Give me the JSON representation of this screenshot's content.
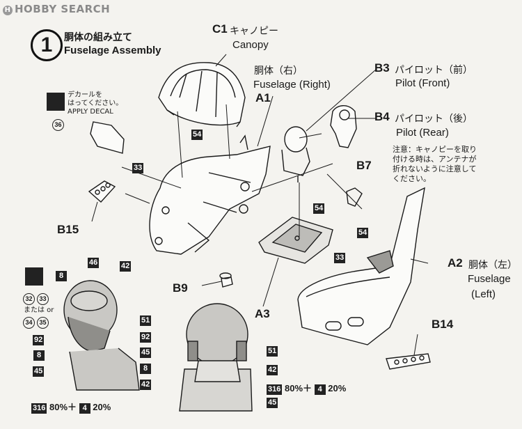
{
  "watermark": "HOBBY SEARCH",
  "step": {
    "number": "1",
    "title_jp": "胴体の組み立て",
    "title_en": "Fuselage Assembly"
  },
  "parts": {
    "C1": {
      "code": "C1",
      "jp": "キャノピー",
      "en": "Canopy"
    },
    "A1": {
      "code": "A1",
      "jp": "胴体（右）",
      "en": "Fuselage (Right)"
    },
    "B3": {
      "code": "B3",
      "jp": "パイロット（前）",
      "en": "Pilot (Front)"
    },
    "B4": {
      "code": "B4",
      "jp": "パイロット（後）",
      "en": "Pilot (Rear)"
    },
    "B7": {
      "code": "B7"
    },
    "B15": {
      "code": "B15"
    },
    "B9": {
      "code": "B9"
    },
    "A3": {
      "code": "A3"
    },
    "A2": {
      "code": "A2",
      "jp": "胴体（左）",
      "en1": "Fuselage",
      "en2": "(Left)"
    },
    "B14": {
      "code": "B14"
    }
  },
  "decal": {
    "jp1": "デカールを",
    "jp2": "はってください。",
    "en": "APPLY DECAL",
    "number": "36"
  },
  "caution": {
    "line1": "注意：キャノピーを取り",
    "line2": "付ける時は、アンテナが",
    "line3": "折れないように注意して",
    "line4": "ください。"
  },
  "paint_codes": {
    "c54a": "54",
    "c54b": "54",
    "c54c": "54",
    "c33a": "33",
    "c33b": "33",
    "c8a": "8",
    "c46": "46",
    "c42a": "42",
    "c51a": "51",
    "c92a": "92",
    "c92b": "92",
    "c45a": "45",
    "c8b": "8",
    "c8c": "8",
    "c45b": "45",
    "c42b": "42",
    "c316a": "316",
    "c4a": "4",
    "c51b": "51",
    "c42c": "42",
    "c316b": "316",
    "c4b": "4",
    "c45c": "45"
  },
  "mix_text": {
    "pct80a": "80%＋",
    "pct20a": "20%",
    "pct80b": "80%＋",
    "pct20b": "20%"
  },
  "decal_alt": {
    "d32": "32",
    "d33": "33",
    "d34": "34",
    "d35": "35",
    "or_text": "または or"
  }
}
